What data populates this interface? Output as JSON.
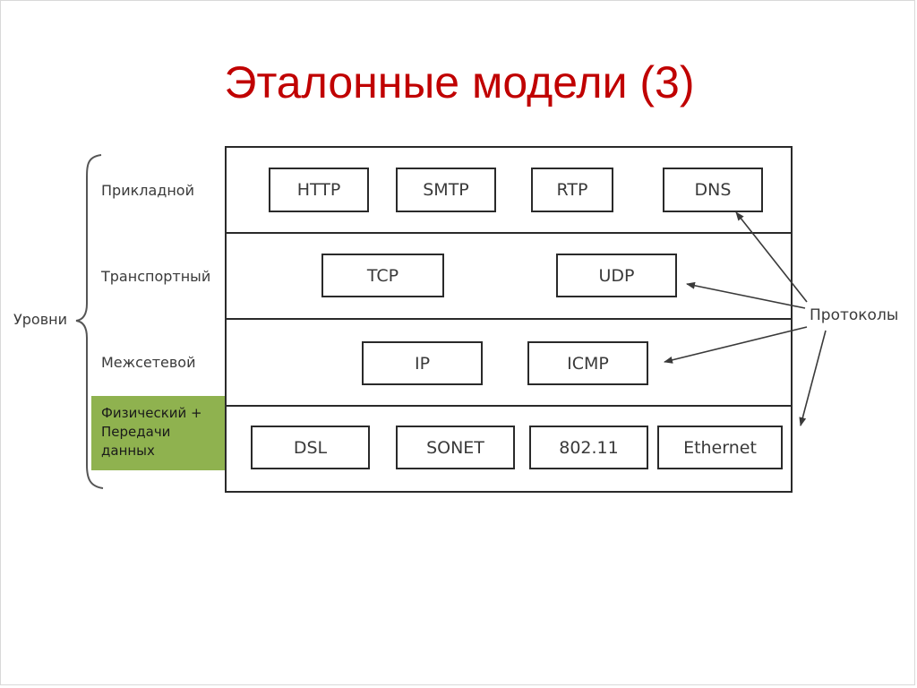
{
  "title": "Эталонные модели (3)",
  "group_label": "Уровни",
  "annotation": "Протоколы",
  "layers": [
    {
      "name": "Прикладной",
      "protocols": [
        "HTTP",
        "SMTP",
        "RTP",
        "DNS"
      ]
    },
    {
      "name": "Транспортный",
      "protocols": [
        "TCP",
        "UDP"
      ]
    },
    {
      "name": "Межсетевой",
      "protocols": [
        "IP",
        "ICMP"
      ]
    },
    {
      "name_lines": [
        "Физический +",
        "Передачи",
        "данных"
      ],
      "protocols": [
        "DSL",
        "SONET",
        "802.11",
        "Ethernet"
      ],
      "highlight": "#8fb24f"
    }
  ]
}
